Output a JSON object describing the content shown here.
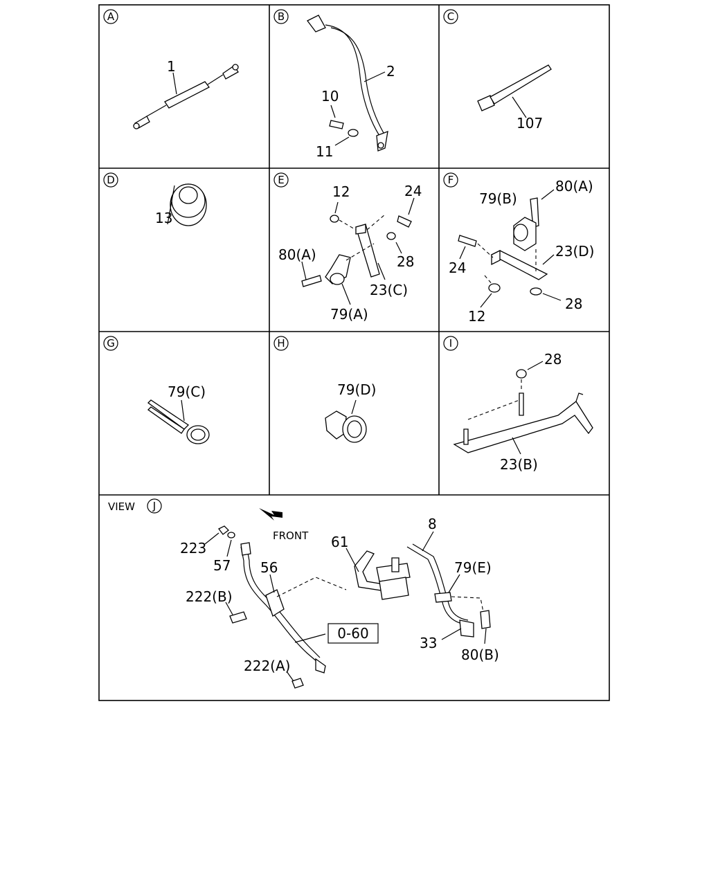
{
  "panels": [
    {
      "id": "A",
      "parts": [
        {
          "label": "1"
        }
      ]
    },
    {
      "id": "B",
      "parts": [
        {
          "label": "2"
        },
        {
          "label": "10"
        },
        {
          "label": "11"
        }
      ]
    },
    {
      "id": "C",
      "parts": [
        {
          "label": "107"
        }
      ]
    },
    {
      "id": "D",
      "parts": [
        {
          "label": "13"
        }
      ]
    },
    {
      "id": "E",
      "parts": [
        {
          "label": "12"
        },
        {
          "label": "24"
        },
        {
          "label": "80(A)"
        },
        {
          "label": "28"
        },
        {
          "label": "23(C)"
        },
        {
          "label": "79(A)"
        }
      ]
    },
    {
      "id": "F",
      "parts": [
        {
          "label": "79(B)"
        },
        {
          "label": "80(A)"
        },
        {
          "label": "24"
        },
        {
          "label": "23(D)"
        },
        {
          "label": "12"
        },
        {
          "label": "28"
        }
      ]
    },
    {
      "id": "G",
      "parts": [
        {
          "label": "79(C)"
        }
      ]
    },
    {
      "id": "H",
      "parts": [
        {
          "label": "79(D)"
        }
      ]
    },
    {
      "id": "I",
      "parts": [
        {
          "label": "28"
        },
        {
          "label": "23(B)"
        }
      ]
    }
  ],
  "view_j": {
    "title": "VIEW",
    "id": "J",
    "front_label": "FRONT",
    "reference_box": "0-60",
    "parts": [
      {
        "label": "223"
      },
      {
        "label": "57"
      },
      {
        "label": "56"
      },
      {
        "label": "222(B)"
      },
      {
        "label": "222(A)"
      },
      {
        "label": "61"
      },
      {
        "label": "8"
      },
      {
        "label": "79(E)"
      },
      {
        "label": "33"
      },
      {
        "label": "80(B)"
      }
    ]
  }
}
